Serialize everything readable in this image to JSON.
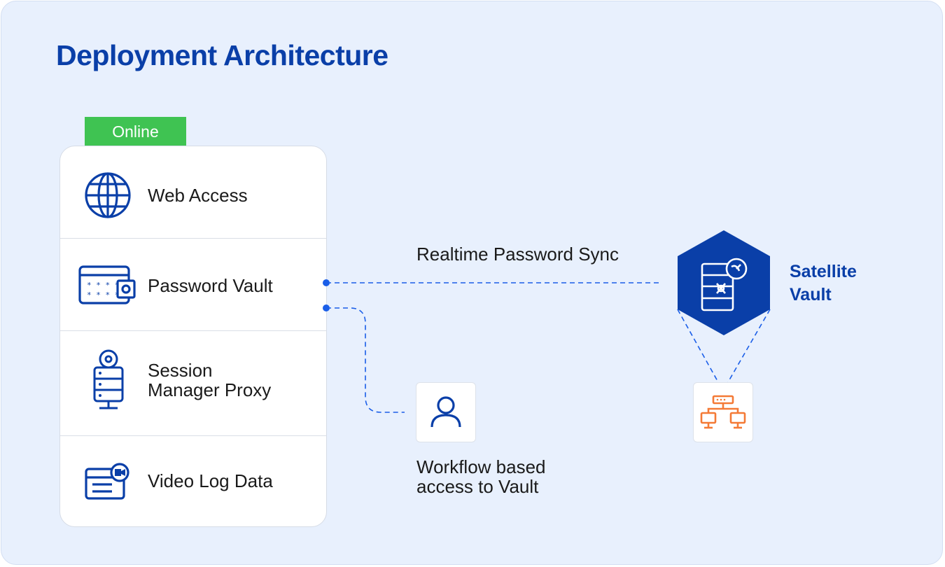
{
  "title": "Deployment Architecture",
  "badge": "Online",
  "components": [
    {
      "name": "web-access",
      "label": "Web Access",
      "icon": "globe-icon"
    },
    {
      "name": "password-vault",
      "label": "Password Vault",
      "icon": "password-vault-icon"
    },
    {
      "name": "session-manager-proxy",
      "label_line1": "Session",
      "label_line2": "Manager Proxy",
      "icon": "server-gear-icon"
    },
    {
      "name": "video-log-data",
      "label": "Video Log Data",
      "icon": "video-log-icon"
    }
  ],
  "sync": {
    "label": "Realtime Password Sync"
  },
  "satellite": {
    "line1": "Satellite",
    "line2": "Vault",
    "icon": "satellite-server-icon"
  },
  "workflow": {
    "line1": "Workflow based",
    "line2": "access to Vault",
    "icon": "user-icon"
  },
  "network": {
    "icon": "network-icon"
  },
  "colors": {
    "brand": "#0a3fa8",
    "accent": "#1a5ee8",
    "online": "#3fc352",
    "network": "#f47a36",
    "background": "#e8f0fd"
  }
}
